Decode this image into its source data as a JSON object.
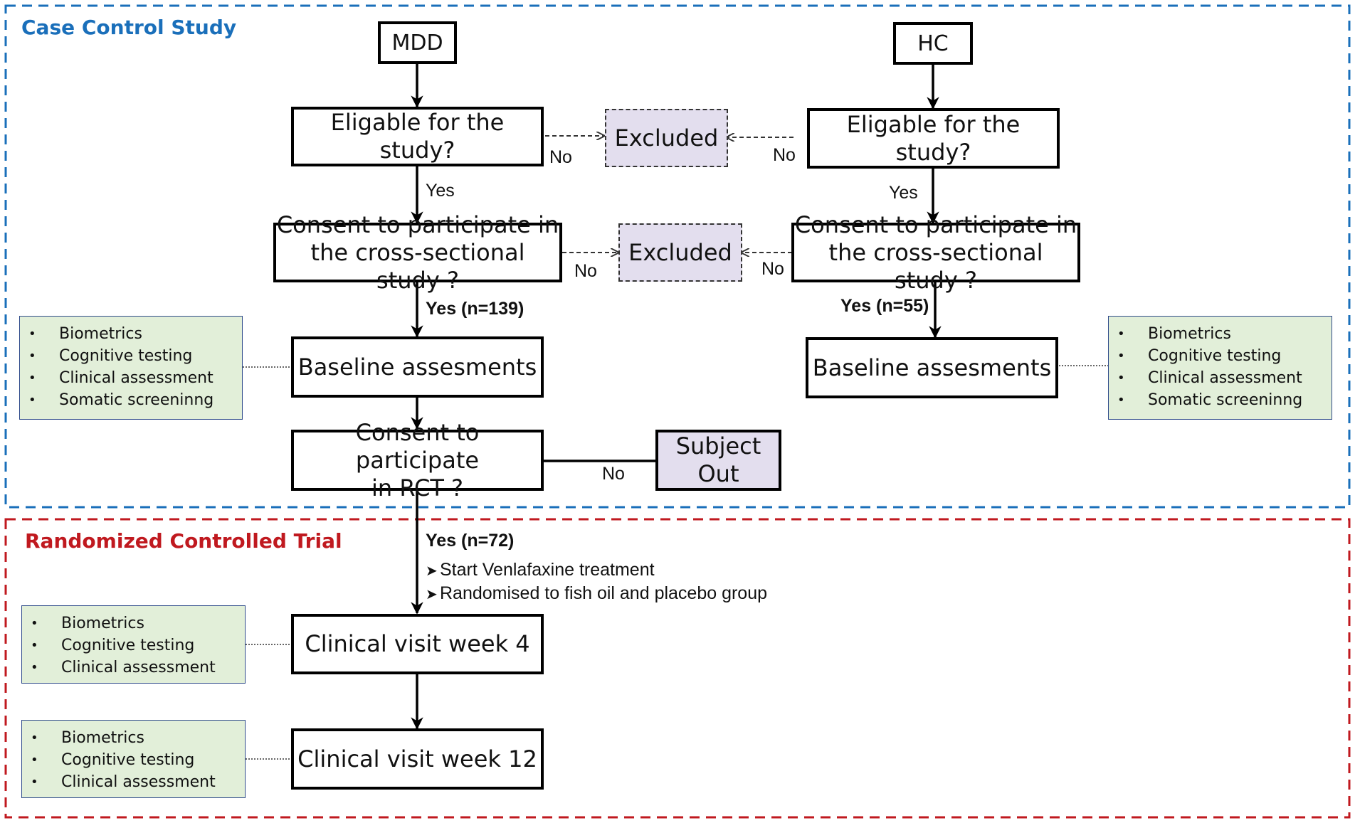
{
  "colors": {
    "case_section": "#1a6fba",
    "rct_section": "#c0191f",
    "excluded_fill": "#e3deee",
    "assessment_fill": "#e2efd9",
    "assessment_border": "#2e4a8a"
  },
  "sections": {
    "case_control": "Case Control Study",
    "rct": "Randomized Controlled Trial"
  },
  "nodes": {
    "mdd": "MDD",
    "hc": "HC",
    "mdd_eligible": "Eligable for the study?",
    "hc_eligible": "Eligable for the study?",
    "excluded_1": "Excluded",
    "mdd_consent_line1": "Consent to participate in",
    "mdd_consent_line2": "the cross-sectional study ?",
    "hc_consent_line1": "Consent to participate in",
    "hc_consent_line2": "the cross-sectional study ?",
    "excluded_2": "Excluded",
    "mdd_baseline": "Baseline assesments",
    "hc_baseline": "Baseline assesments",
    "rct_consent_line1": "Consent to participate",
    "rct_consent_line2": "in RCT ?",
    "subject_out_line1": "Subject",
    "subject_out_line2": "Out",
    "week4": "Clinical visit week 4",
    "week12": "Clinical visit week 12"
  },
  "edge_labels": {
    "mdd_no_1": "No",
    "hc_no_1": "No",
    "mdd_yes_1": "Yes",
    "hc_yes_1": "Yes",
    "mdd_no_2": "No",
    "hc_no_2": "No",
    "mdd_yes_2": "Yes (n=139)",
    "hc_yes_2": "Yes (n=55)",
    "rct_no": "No",
    "rct_yes": "Yes (n=72)"
  },
  "rct_notes": [
    "Start Venlafaxine treatment",
    "Randomised to fish oil and placebo group"
  ],
  "assessments": {
    "mdd_baseline": [
      "Biometrics",
      "Cognitive testing",
      "Clinical assessment",
      "Somatic screeninng"
    ],
    "hc_baseline": [
      "Biometrics",
      "Cognitive testing",
      "Clinical assessment",
      "Somatic screeninng"
    ],
    "week4": [
      "Biometrics",
      "Cognitive testing",
      "Clinical assessment"
    ],
    "week12": [
      "Biometrics",
      "Cognitive testing",
      "Clinical assessment"
    ]
  }
}
